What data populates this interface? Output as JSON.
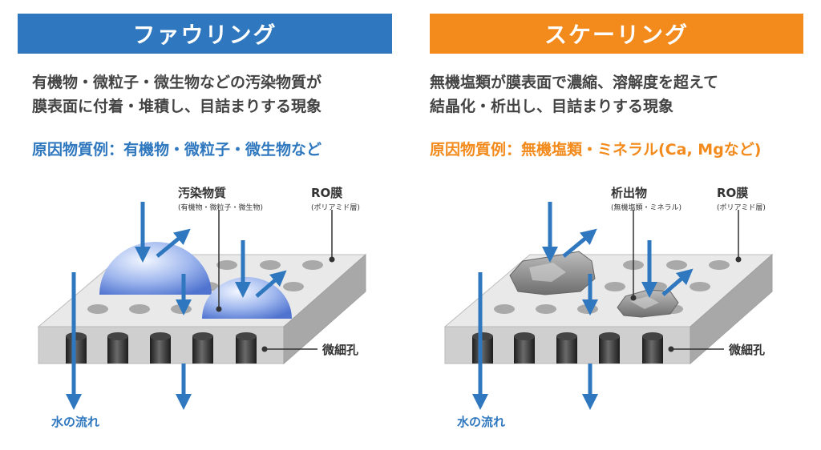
{
  "left": {
    "title": "ファウリング",
    "desc_line1": "有機物・微粒子・微生物などの汚染物質が",
    "desc_line2": "膜表面に付着・堆積し、目詰まりする現象",
    "cause": "原因物質例：有機物・微粒子・微生物など",
    "label_contaminant": "汚染物質",
    "label_contaminant_sub": "(有機物・微粒子・微生物)",
    "label_membrane": "RO膜",
    "label_membrane_sub": "(ポリアミド層)",
    "label_pore": "微細孔",
    "label_water": "水の流れ"
  },
  "right": {
    "title": "スケーリング",
    "desc_line1": "無機塩類が膜表面で濃縮、溶解度を超えて",
    "desc_line2": "結晶化・析出し、目詰まりする現象",
    "cause": "原因物質例：無機塩類・ミネラル(Ca, Mgなど)",
    "label_precipitate": "析出物",
    "label_precipitate_sub": "(無機塩類・ミネラル)",
    "label_membrane": "RO膜",
    "label_membrane_sub": "(ポリアミド層)",
    "label_pore": "微細孔",
    "label_water": "水の流れ"
  },
  "colors": {
    "blue": "#2f78bf",
    "orange": "#f28a1c",
    "text": "#444444",
    "arrow": "#2f78bf"
  }
}
